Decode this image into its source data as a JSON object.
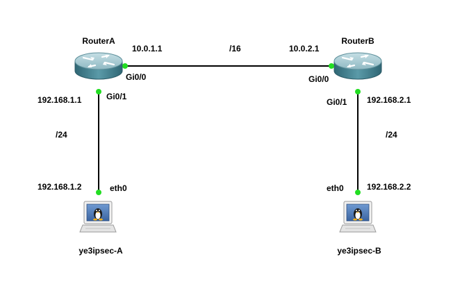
{
  "colors": {
    "background": "#ffffff",
    "link": "#000000",
    "port_dot": "#22dd22",
    "router_top": "#a7cbd3",
    "router_side": "#3e7d8b",
    "router_arrows": "#ffffff",
    "host_screen": "#4a78b8"
  },
  "nodes": {
    "router_a": {
      "name": "RouterA",
      "icon": "router-icon"
    },
    "router_b": {
      "name": "RouterB",
      "icon": "router-icon"
    },
    "host_a": {
      "name": "ye3ipsec-A",
      "icon": "linux-host-icon"
    },
    "host_b": {
      "name": "ye3ipsec-B",
      "icon": "linux-host-icon"
    }
  },
  "links": {
    "router_link": {
      "prefix": "/16",
      "a_ip": "10.0.1.1",
      "a_port": "Gi0/0",
      "b_ip": "10.0.2.1",
      "b_port": "Gi0/0"
    },
    "lan_a": {
      "prefix": "/24",
      "router_ip": "192.168.1.1",
      "router_port": "Gi0/1",
      "host_ip": "192.168.1.2",
      "host_port": "eth0"
    },
    "lan_b": {
      "prefix": "/24",
      "router_ip": "192.168.2.1",
      "router_port": "Gi0/1",
      "host_ip": "192.168.2.2",
      "host_port": "eth0"
    }
  }
}
